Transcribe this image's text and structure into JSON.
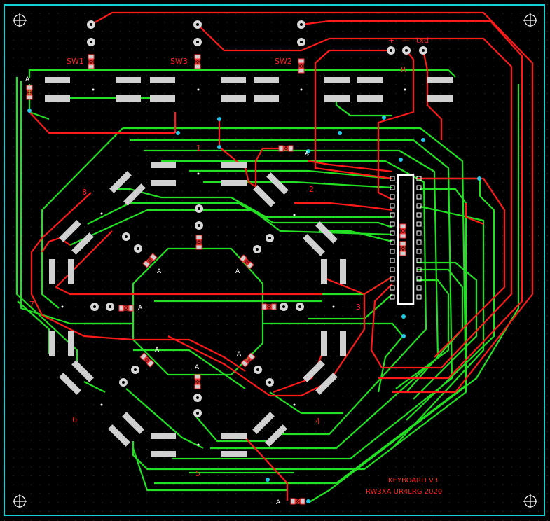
{
  "board": {
    "title_line1": "KEYBOARD V3",
    "title_line2": "RW3XA UR4LRG  2020",
    "colors": {
      "background": "#000000",
      "outline": "#16d0d8",
      "grid": "#2a3a3a",
      "top_copper": "#ff1a1a",
      "bottom_copper": "#22e022",
      "pad": "#cfcfcf",
      "via": "#22c8e8",
      "silk": "#ff2020",
      "chip_outline": "#ffffff"
    }
  },
  "switches": [
    {
      "label": "SW1"
    },
    {
      "label": "SW3"
    },
    {
      "label": "SW2"
    }
  ],
  "connector": {
    "plus_label": "+",
    "minus_label": "—",
    "txd_label": "txd",
    "resistor_label": "R"
  },
  "keys": [
    {
      "label": "1"
    },
    {
      "label": "2"
    },
    {
      "label": "3"
    },
    {
      "label": "4"
    },
    {
      "label": "5"
    },
    {
      "label": "6"
    },
    {
      "label": "7"
    },
    {
      "label": "8"
    }
  ],
  "led_marks": {
    "anode_label": "A"
  }
}
